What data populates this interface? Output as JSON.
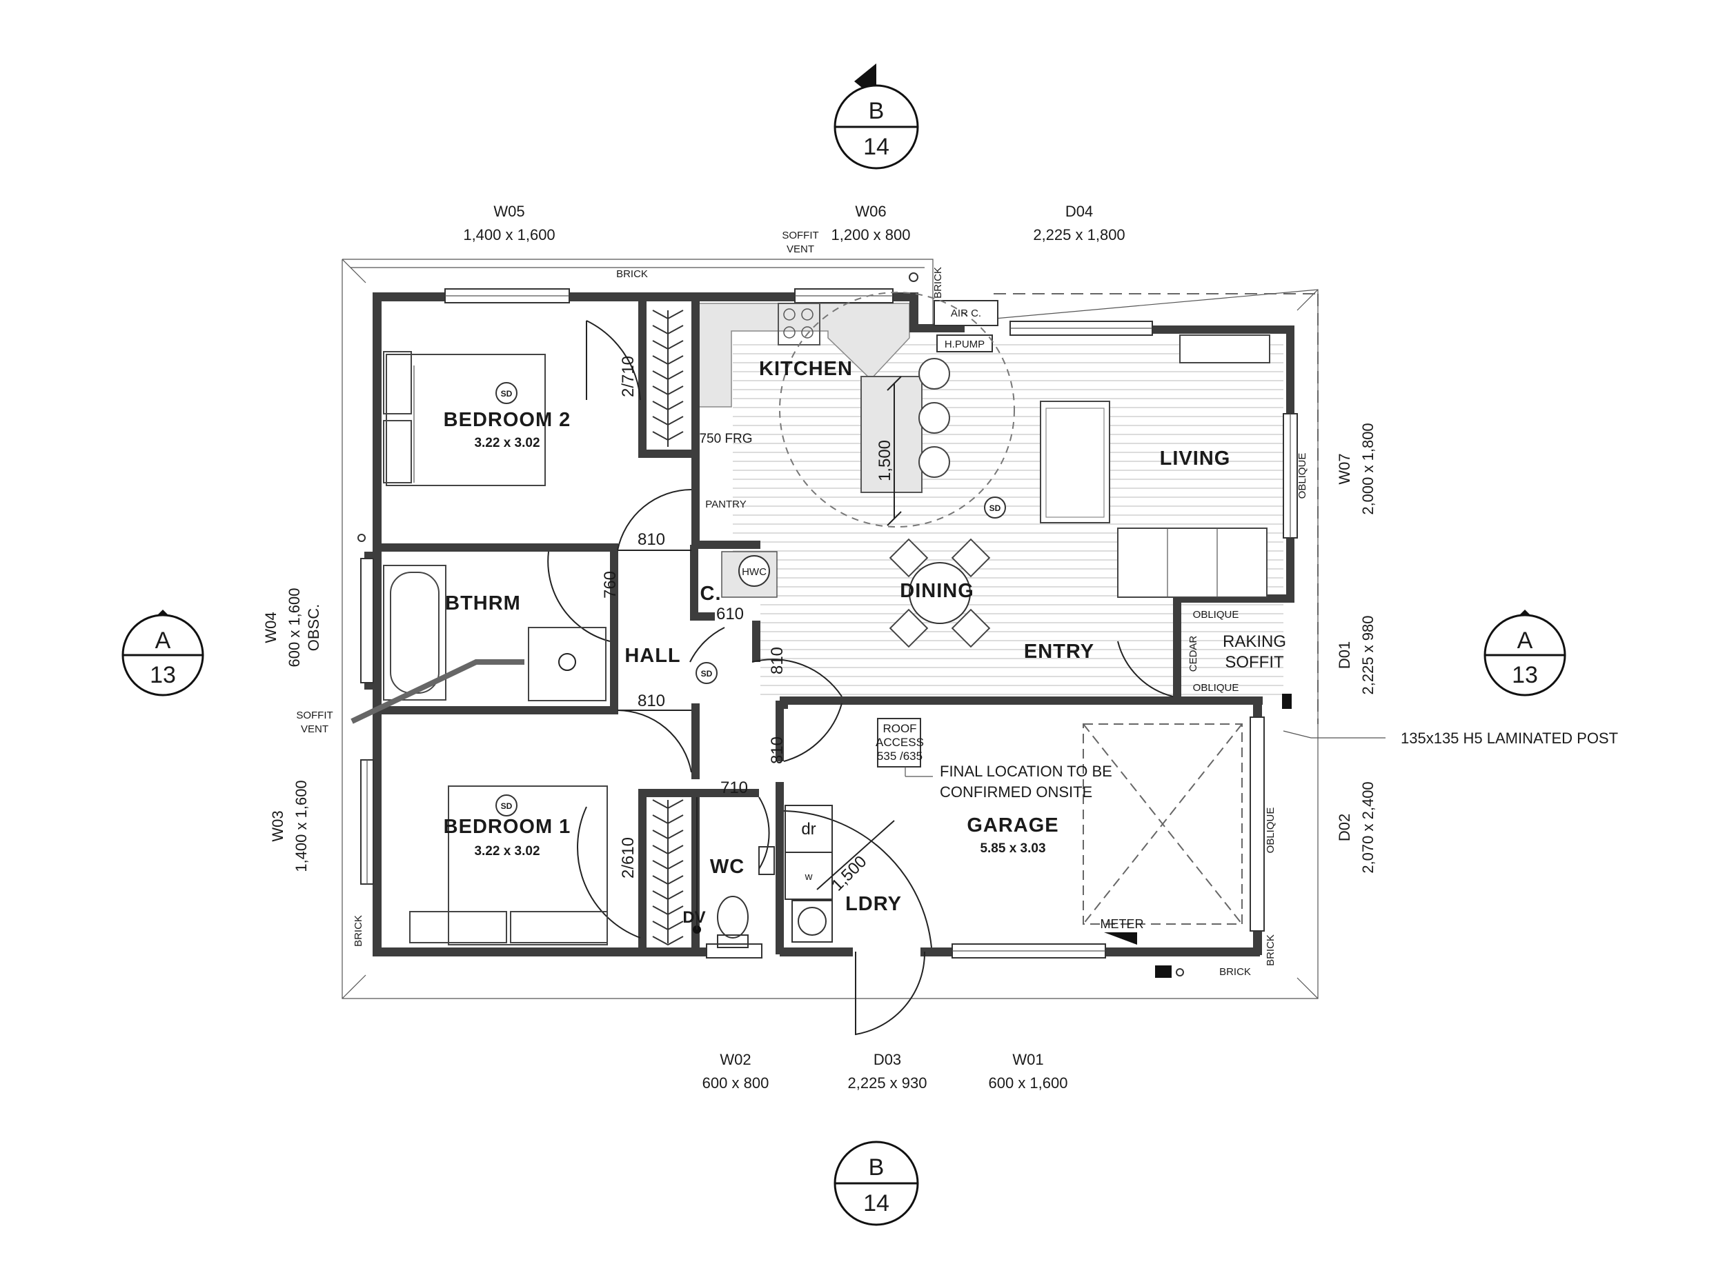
{
  "rooms": {
    "bedroom2": {
      "name": "BEDROOM 2",
      "size": "3.22 x 3.02"
    },
    "bedroom1": {
      "name": "BEDROOM 1",
      "size": "3.22 x 3.02"
    },
    "kitchen": {
      "name": "KITCHEN"
    },
    "living": {
      "name": "LIVING"
    },
    "dining": {
      "name": "DINING"
    },
    "entry": {
      "name": "ENTRY"
    },
    "bathroom": {
      "name": "BTHRM"
    },
    "hall": {
      "name": "HALL"
    },
    "cupboard": {
      "name": "C."
    },
    "wc": {
      "name": "WC"
    },
    "laundry": {
      "name": "LDRY"
    },
    "garage": {
      "name": "GARAGE",
      "size": "5.85 x 3.03"
    }
  },
  "openings": {
    "w05": {
      "code": "W05",
      "size": "1,400 x 1,600"
    },
    "w06": {
      "code": "W06",
      "size": "1,200 x 800"
    },
    "d04": {
      "code": "D04",
      "size": "2,225 x 1,800"
    },
    "w07": {
      "code": "W07",
      "size": "2,000 x 1,800"
    },
    "d01": {
      "code": "D01",
      "size": "2,225 x 980"
    },
    "d02": {
      "code": "D02",
      "size": "2,070 x 2,400"
    },
    "w04": {
      "code": "W04",
      "size": "600 x 1,600",
      "note": "OBSC."
    },
    "w03": {
      "code": "W03",
      "size": "1,400 x 1,600"
    },
    "w02": {
      "code": "W02",
      "size": "600 x 800"
    },
    "d03": {
      "code": "D03",
      "size": "2,225 x 930"
    },
    "w01": {
      "code": "W01",
      "size": "600 x 1,600"
    }
  },
  "door_widths": {
    "bed2_wardrobe": "2/710",
    "bed2_door": "810",
    "bath_door": "760",
    "cupboard_door": "610",
    "bed1_door": "810",
    "hall_living": "810",
    "hall_garage": "810",
    "wc_door": "710",
    "bed1_wardrobe": "2/610",
    "laundry_door": "1,500",
    "island": "1,500"
  },
  "labels": {
    "soffit_vent": "SOFFIT VENT",
    "soffit_vent_top_1": "SOFFIT",
    "soffit_vent_top_2": "VENT",
    "soffit_vent_left_1": "SOFFIT",
    "soffit_vent_left_2": "VENT",
    "brick": "BRICK",
    "brick_tr": "BRICK",
    "brick_bl": "BRICK",
    "brick_b": "BRICK",
    "brick_br": "BRICK",
    "air_con": "AIR C.",
    "heat_pump": "H.PUMP",
    "fridge": "750 FRG",
    "pantry": "PANTRY",
    "hwc": "HWC",
    "oblique_w07": "OBLIQUE",
    "oblique_top": "OBLIQUE",
    "oblique_bottom": "OBLIQUE",
    "oblique_d02": "OBLIQUE",
    "cedar": "CEDAR",
    "raking_soffit_1": "RAKING",
    "raking_soffit_2": "SOFFIT",
    "post": "135x135 H5 LAMINATED POST",
    "roof_access_1": "ROOF",
    "roof_access_2": "ACCESS",
    "roof_access_3": "535 /635",
    "final_location_1": "FINAL LOCATION TO BE",
    "final_location_2": "CONFIRMED ONSITE",
    "meter": "METER",
    "dryer": "dr",
    "washer": "w",
    "dv": "DV",
    "sd": "SD"
  },
  "section_markers": {
    "top": {
      "letter": "B",
      "sheet": "14"
    },
    "bottom": {
      "letter": "B",
      "sheet": "14"
    },
    "left": {
      "letter": "A",
      "sheet": "13"
    },
    "right": {
      "letter": "A",
      "sheet": "13"
    }
  },
  "colors": {
    "wall": "#3d3d3d",
    "kitchen_bench": "#e6e6e6",
    "line": "#222222"
  }
}
